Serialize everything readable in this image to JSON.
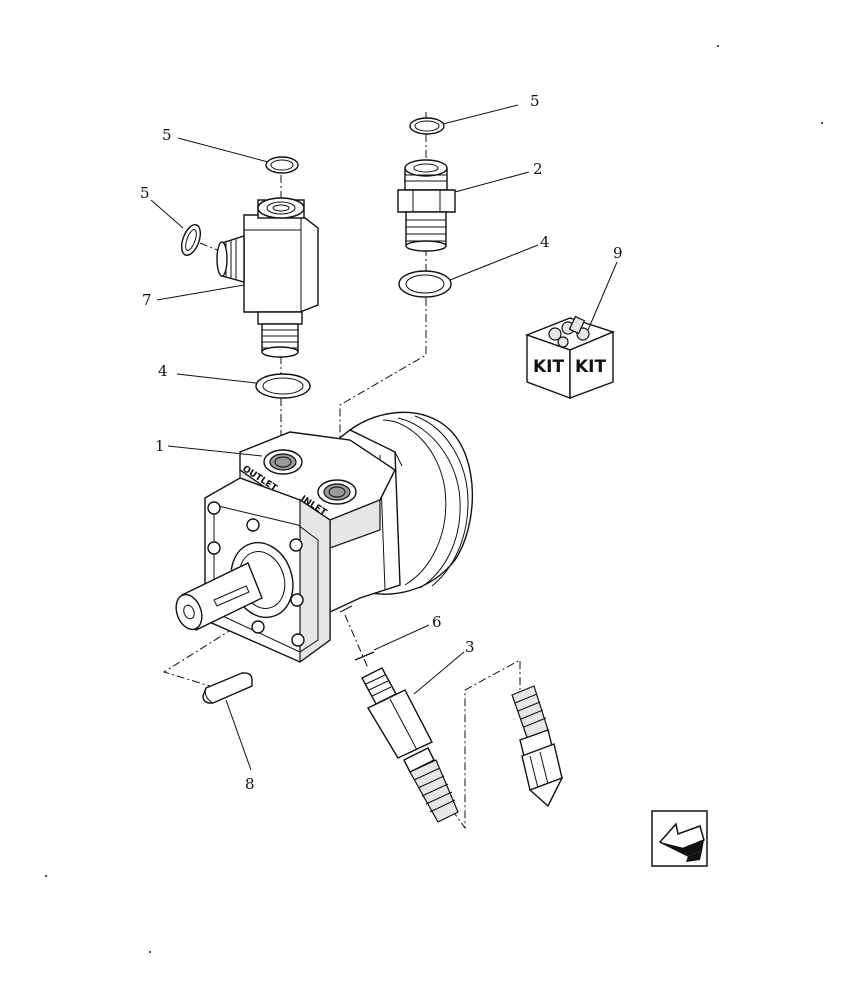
{
  "callouts": {
    "c1": "1",
    "c2": "2",
    "c3": "3",
    "c4a": "4",
    "c4b": "4",
    "c5a": "5",
    "c5b": "5",
    "c5c": "5",
    "c6": "6",
    "c7": "7",
    "c8": "8",
    "c9": "9"
  },
  "port_labels": {
    "outlet": "OUTLET",
    "inlet": "INLET"
  },
  "kit_labels": {
    "left": "KIT",
    "right": "KIT"
  },
  "icons": {
    "nav": "arrow-back-icon"
  }
}
